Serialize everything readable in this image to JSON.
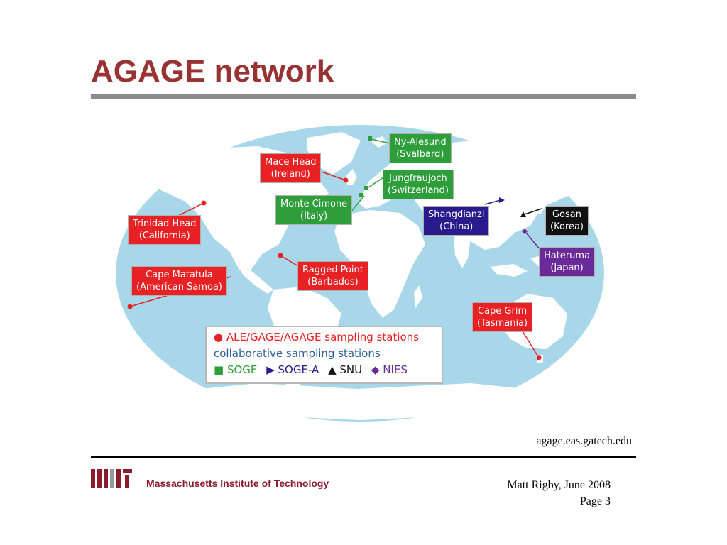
{
  "slide": {
    "title": "AGAGE network",
    "source_credit": "agage.eas.gatech.edu",
    "footer": {
      "institution": "Massachusetts Institute of Technology",
      "author_date": "Matt Rigby, June 2008",
      "page": "Page 3"
    }
  },
  "colors": {
    "title": "#993333",
    "ocean": "#a9d7ea",
    "ale_gage_agage": "#e82124",
    "soge": "#2e9e3a",
    "soge_a": "#2a1a8c",
    "snu": "#111111",
    "nies": "#6a2a9a"
  },
  "stations": [
    {
      "id": "ny-alesund",
      "line1": "Ny-Alesund",
      "line2": "(Svalbard)",
      "network": "SOGE"
    },
    {
      "id": "mace-head",
      "line1": "Mace Head",
      "line2": "(Ireland)",
      "network": "ALE/GAGE/AGAGE"
    },
    {
      "id": "jungfraujoch",
      "line1": "Jungfraujoch",
      "line2": "(Switzerland)",
      "network": "SOGE"
    },
    {
      "id": "monte-cimone",
      "line1": "Monte Cimone",
      "line2": "(Italy)",
      "network": "SOGE"
    },
    {
      "id": "trinidad-head",
      "line1": "Trinidad Head",
      "line2": "(California)",
      "network": "ALE/GAGE/AGAGE"
    },
    {
      "id": "shangdianzi",
      "line1": "Shangdianzi",
      "line2": "(China)",
      "network": "SOGE-A"
    },
    {
      "id": "gosan",
      "line1": "Gosan",
      "line2": "(Korea)",
      "network": "SNU"
    },
    {
      "id": "hateruma",
      "line1": "Hateruma",
      "line2": "(Japan)",
      "network": "NIES"
    },
    {
      "id": "cape-matatula",
      "line1": "Cape Matatula",
      "line2": "(American Samoa)",
      "network": "ALE/GAGE/AGAGE"
    },
    {
      "id": "ragged-point",
      "line1": "Ragged Point",
      "line2": "(Barbados)",
      "network": "ALE/GAGE/AGAGE"
    },
    {
      "id": "cape-grim",
      "line1": "Cape Grim",
      "line2": "(Tasmania)",
      "network": "ALE/GAGE/AGAGE"
    }
  ],
  "legend": {
    "primary": "ALE/GAGE/AGAGE sampling stations",
    "collaborative": "collaborative sampling stations",
    "soge": "SOGE",
    "soge_a": "SOGE-A",
    "snu": "SNU",
    "nies": "NIES"
  },
  "icons": {
    "primary_marker": "red-circle-icon",
    "soge_marker": "green-square-icon",
    "soge_a_marker": "triangle-right-icon",
    "snu_marker": "triangle-up-icon",
    "nies_marker": "diamond-icon"
  }
}
